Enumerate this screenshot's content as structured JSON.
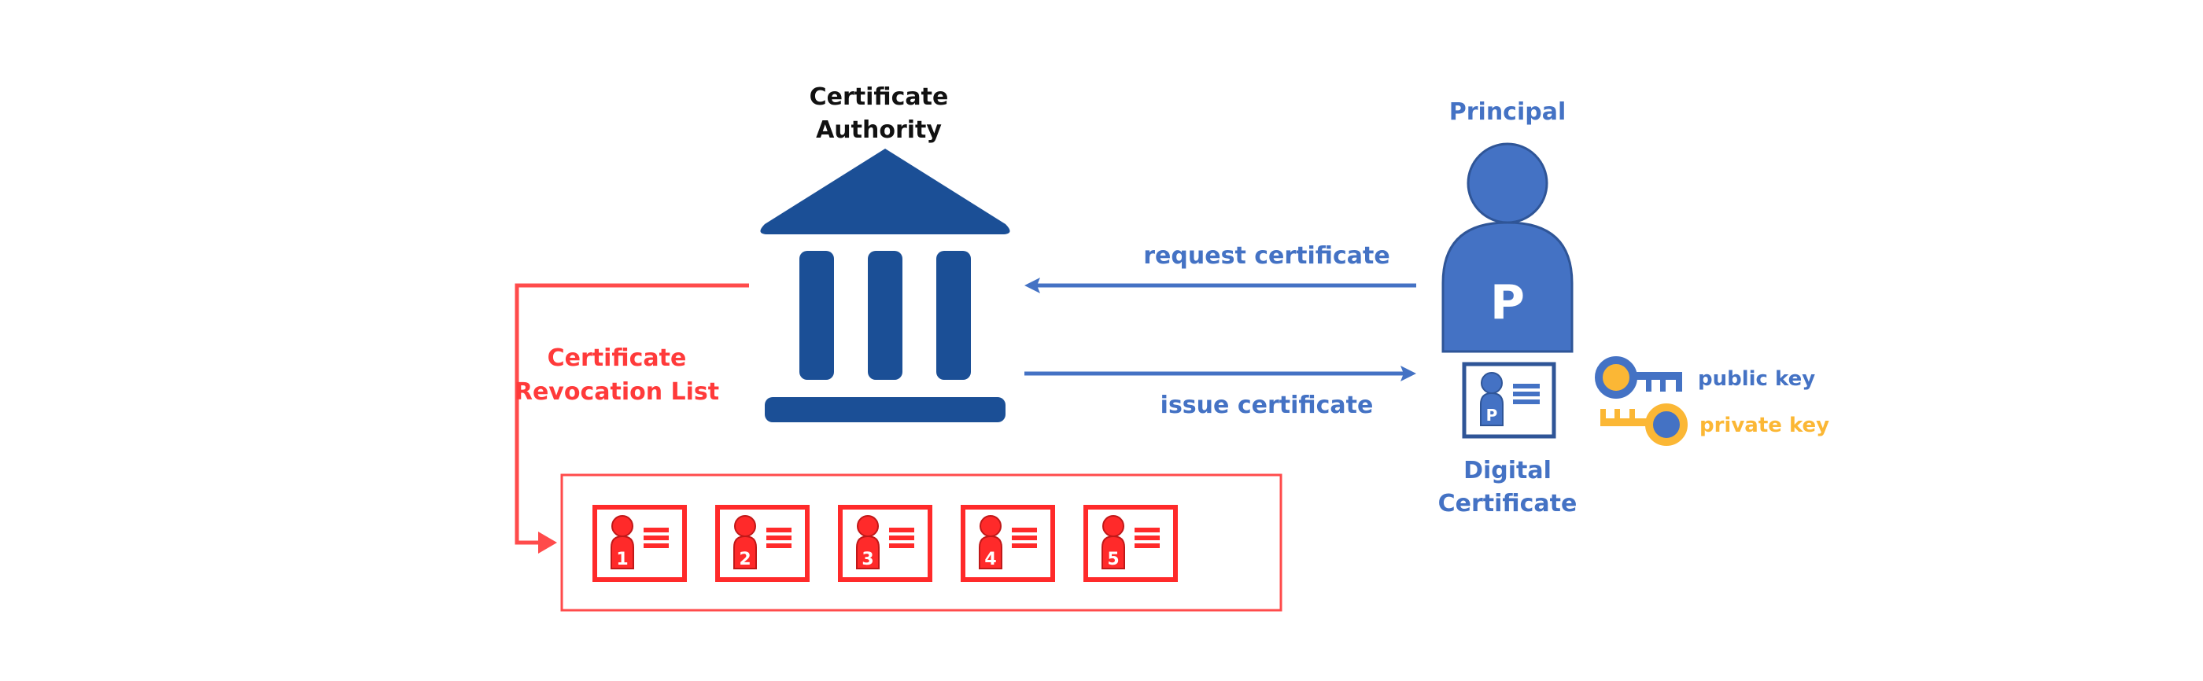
{
  "diagram": {
    "certificate_authority": {
      "label_line1": "Certificate",
      "label_line2": "Authority",
      "color": "#1b4f96"
    },
    "principal": {
      "label": "Principal",
      "initial": "P",
      "color": "#4472c4"
    },
    "flows": {
      "request": "request certificate",
      "issue": "issue certificate",
      "color": "#4472c4"
    },
    "digital_certificate": {
      "label_line1": "Digital",
      "label_line2": "Certificate",
      "initial": "P"
    },
    "keys": {
      "public": {
        "label": "public key",
        "color": "#4472c4"
      },
      "private": {
        "label": "private key",
        "color": "#fbb735"
      }
    },
    "revocation_list": {
      "label_line1": "Certificate",
      "label_line2": "Revocation List",
      "color": "#ff4b4b",
      "certificates": [
        "1",
        "2",
        "3",
        "4",
        "5"
      ]
    }
  }
}
